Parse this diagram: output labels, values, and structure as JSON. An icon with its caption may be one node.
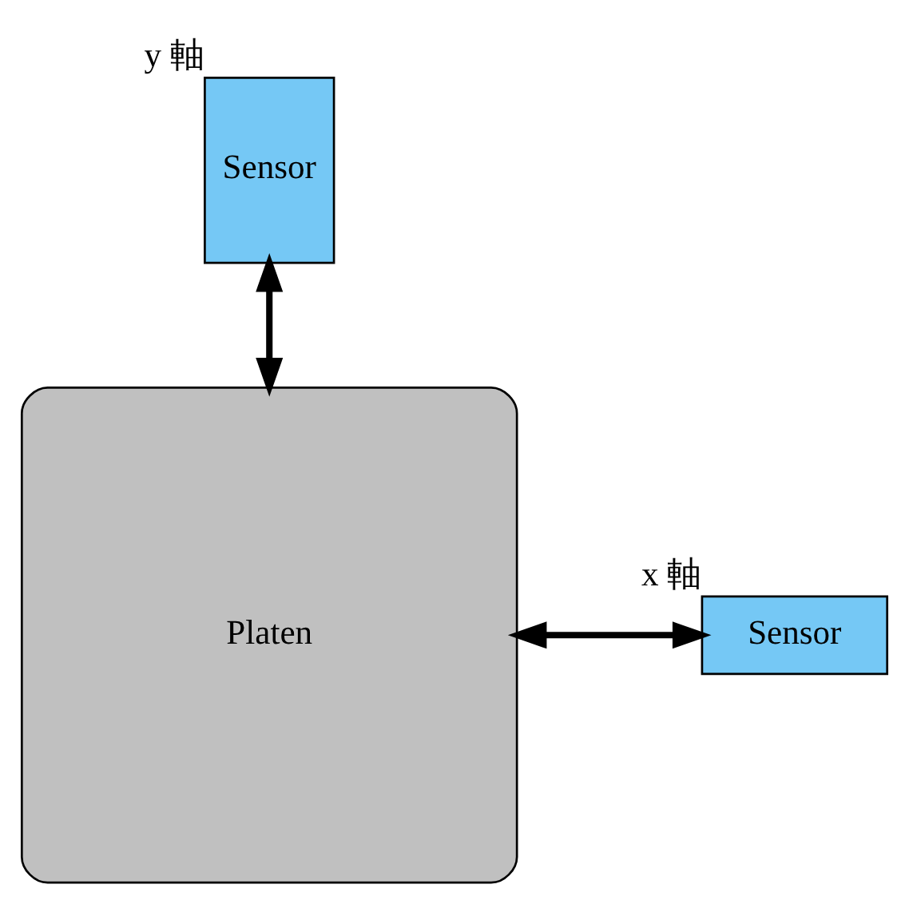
{
  "diagram": {
    "nodes": [
      {
        "text": [
          "Sensor"
        ],
        "beside": [
          "y 軸"
        ]
      },
      {
        "text": [
          "Platen"
        ]
      },
      {
        "text": [
          "Sensor"
        ],
        "beside": [
          "x 軸"
        ]
      }
    ],
    "edges": [
      {
        "from": 0,
        "to": 1,
        "arrow": "both"
      },
      {
        "from": 1,
        "to": 2,
        "arrow": "both"
      }
    ]
  }
}
